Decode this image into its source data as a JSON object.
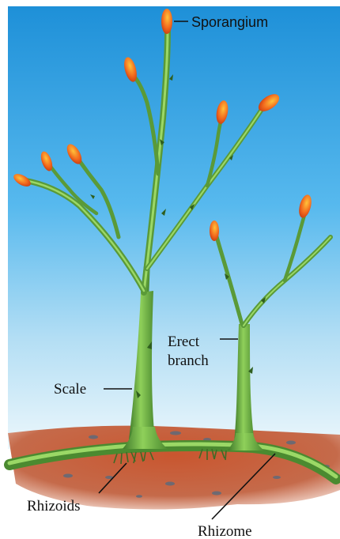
{
  "labels": {
    "sporangium": "Sporangium",
    "erect_branch_line1": "Erect",
    "erect_branch_line2": "branch",
    "scale": "Scale",
    "rhizoids": "Rhizoids",
    "rhizome": "Rhizome"
  },
  "colors": {
    "sky_top": "#1e90d8",
    "sky_bottom": "#e6f4fb",
    "soil": "#c0502e",
    "stem": "#7cc04a",
    "stem_dark": "#3f7a2a",
    "sporangium": "#f05a1e",
    "sporangium_light": "#ffb02a"
  }
}
